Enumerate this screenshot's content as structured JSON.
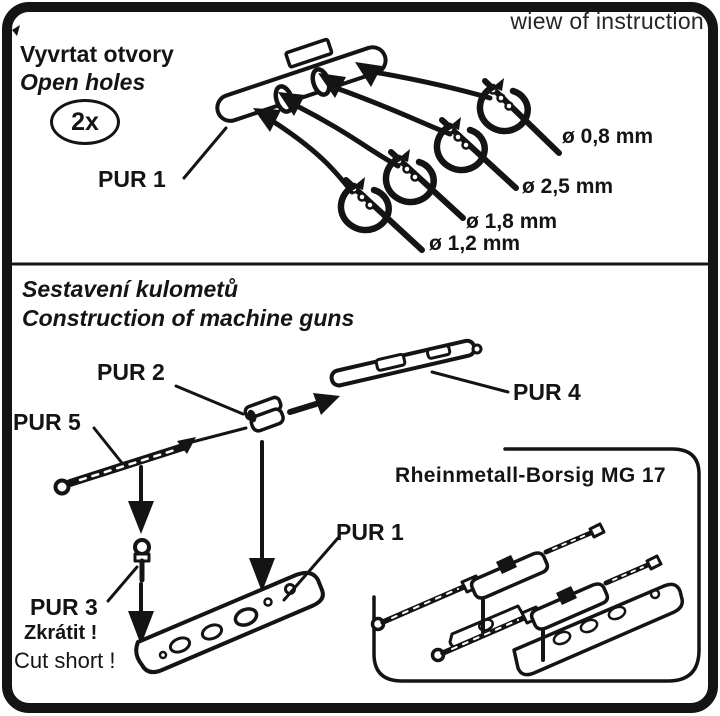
{
  "page": {
    "watermark": "wiew of instruction",
    "ink_color": "#141414",
    "paper_color": "#ffffff"
  },
  "open_holes_step": {
    "title_cs": "Vyvrtat otvory",
    "title_en": "Open holes",
    "quantity_badge": "2x",
    "part_label": "PUR 1",
    "drill_diameters": [
      "ø 0,8 mm",
      "ø 2,5 mm",
      "ø 1,8 mm",
      "ø 1,2 mm"
    ]
  },
  "assembly_step": {
    "title_cs": "Sestavení kulometů",
    "title_en": "Construction of machine guns",
    "part_labels": {
      "pur1": "PUR 1",
      "pur2": "PUR 2",
      "pur3": "PUR 3",
      "pur4": "PUR 4",
      "pur5": "PUR 5"
    },
    "cut_note_cs": "Zkrátit !",
    "cut_note_en": "Cut short !",
    "inset_caption": "Rheinmetall-Borsig MG 17"
  }
}
